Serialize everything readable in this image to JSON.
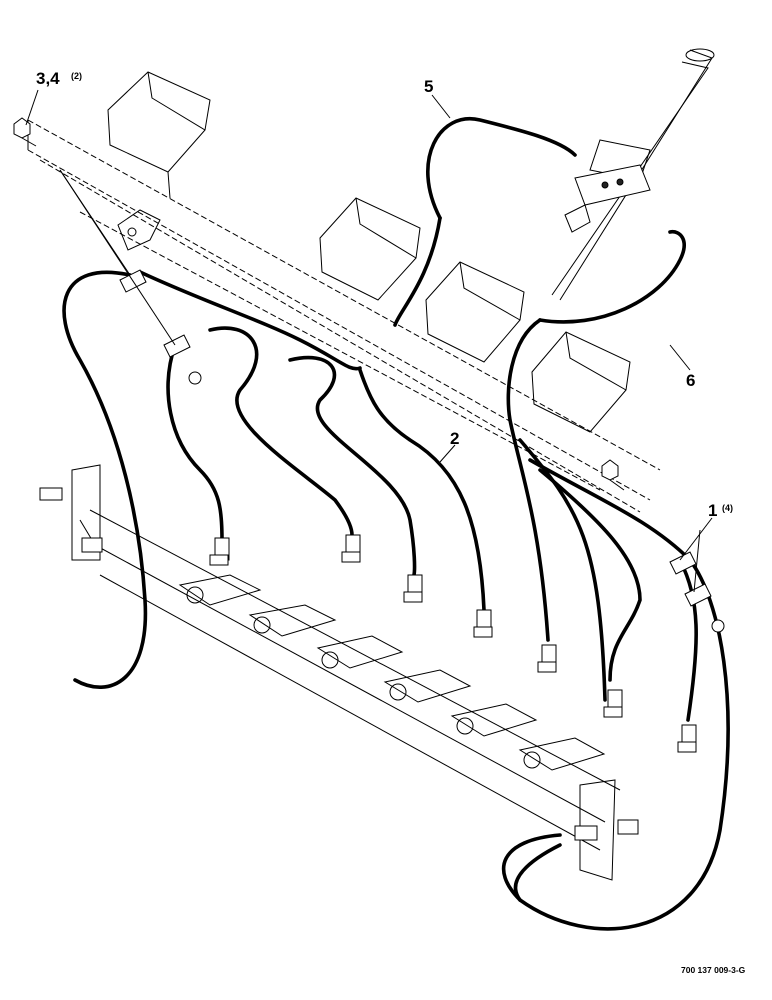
{
  "callouts": [
    {
      "id": "c34",
      "number": "3,4",
      "qty": "(2)"
    },
    {
      "id": "c5",
      "number": "5",
      "qty": ""
    },
    {
      "id": "c6",
      "number": "6",
      "qty": ""
    },
    {
      "id": "c2",
      "number": "2",
      "qty": ""
    },
    {
      "id": "c1",
      "number": "1",
      "qty": "(4)"
    }
  ],
  "figure_number": "700 137 009-3-G"
}
